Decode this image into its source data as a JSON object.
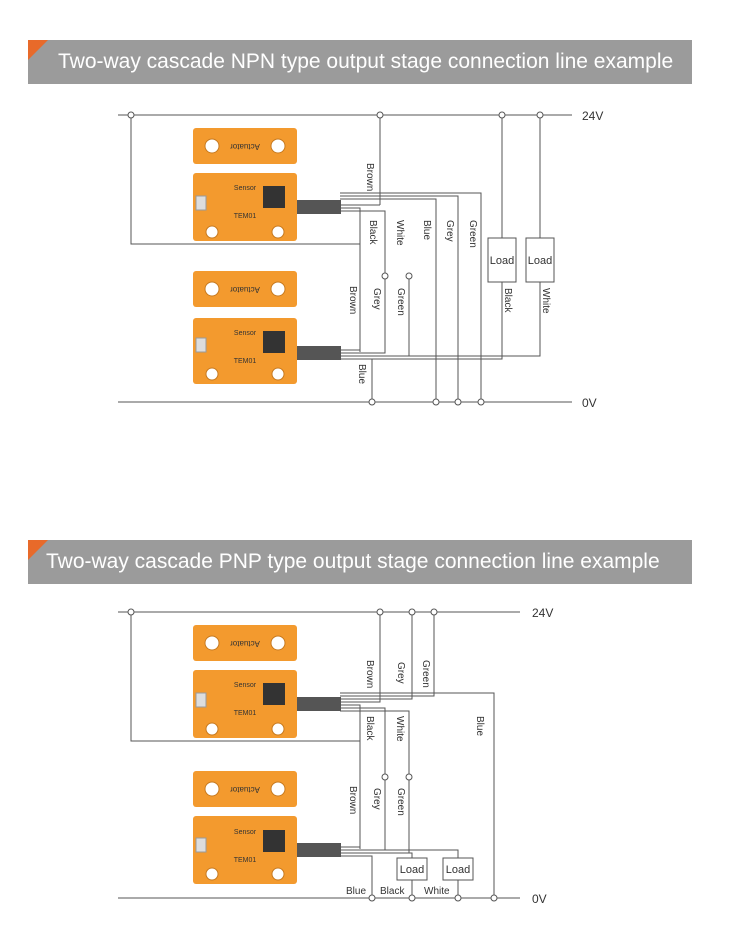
{
  "diagram1": {
    "title": "Two-way cascade NPN type output stage connection line example",
    "rail_top": "24V",
    "rail_bottom": "0V",
    "sensor_upper_wires": [
      "Brown",
      "Black",
      "White",
      "Blue",
      "Grey",
      "Green"
    ],
    "sensor_lower_wires": [
      "Brown",
      "Grey",
      "Green",
      "Blue"
    ],
    "loads": [
      "Load",
      "Load"
    ],
    "load_wires": [
      "Black",
      "White"
    ]
  },
  "diagram2": {
    "title": "Two-way cascade PNP  type output stage connection line example",
    "rail_top": "24V",
    "rail_bottom": "0V",
    "sensor_upper_wires": [
      "Brown",
      "Grey",
      "Green",
      "Black",
      "White",
      "Blue"
    ],
    "sensor_lower_wires": [
      "Brown",
      "Grey",
      "Green"
    ],
    "loads": [
      "Load",
      "Load"
    ],
    "bottom_wires": [
      "Blue",
      "Black",
      "White"
    ]
  },
  "sensor": {
    "actuator_label": "Actuator",
    "brand_label": "Sensor",
    "model_label": "TEM01"
  },
  "colors": {
    "banner": "#9b9b9b",
    "accent": "#e86a2a",
    "sensor_body": "#f39a2e",
    "wire": "#555555"
  }
}
